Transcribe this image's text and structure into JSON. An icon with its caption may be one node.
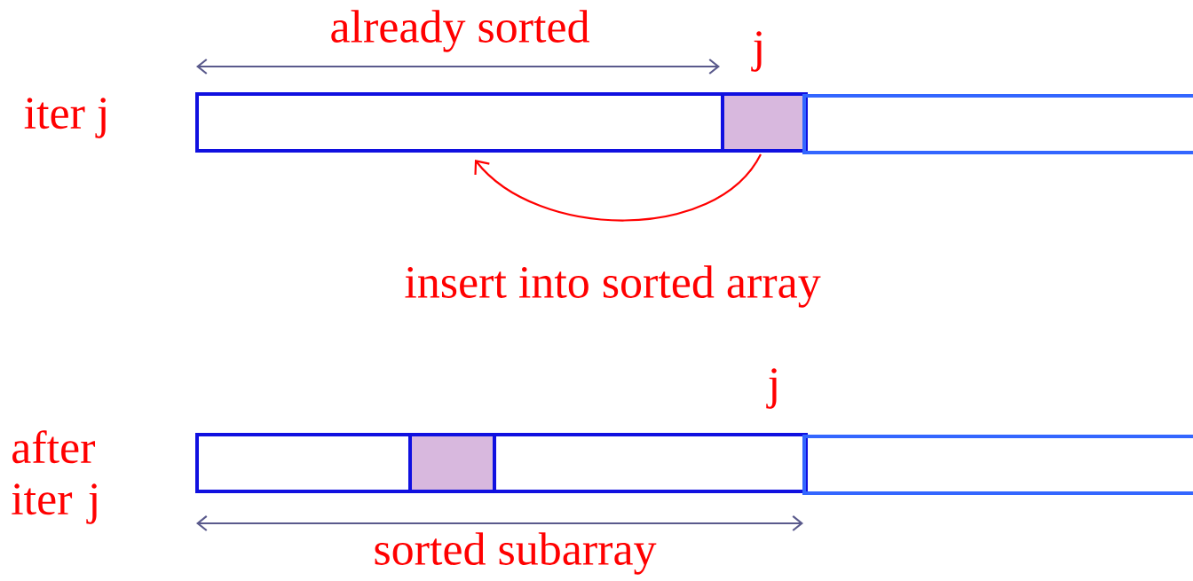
{
  "diagram": {
    "nodes": [
      {
        "text": [],
        "shape": "box"
      },
      {
        "text": [],
        "shape": "box"
      },
      {
        "text": [],
        "shape": "box"
      },
      {
        "text": [],
        "shape": "box"
      },
      {
        "text": [],
        "shape": "box"
      },
      {
        "text": [],
        "shape": "box"
      },
      {
        "text": [],
        "shape": "box"
      }
    ],
    "edges": [
      {
        "from": 1,
        "to": 0,
        "arrow": "to"
      }
    ],
    "labels": [
      "already sorted",
      "j",
      "iter j",
      "insert into sorted array",
      "j",
      "after iter j",
      "sorted subarray"
    ]
  }
}
